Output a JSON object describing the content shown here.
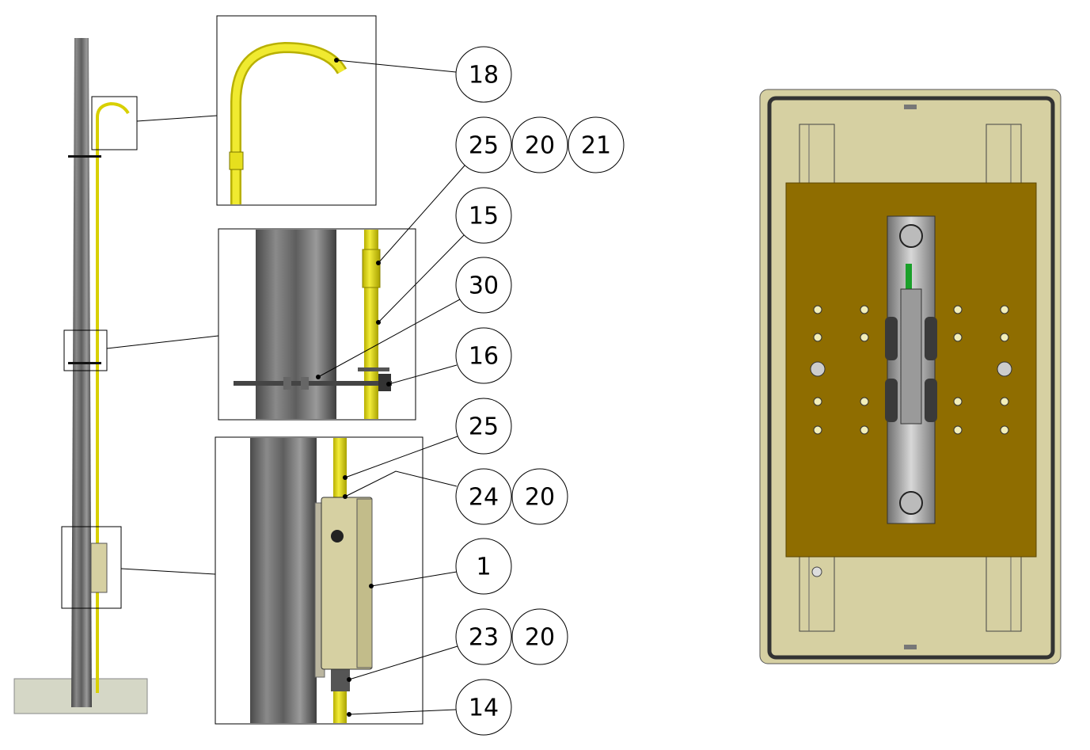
{
  "colors": {
    "pipe_yellow": "#e6df1e",
    "pole_gray": "#6b6b6b",
    "enclosure_beige": "#d6d0a2",
    "backplate_brown": "#8f6d00",
    "ground": "#d5d7c6",
    "green_indicator": "#1aa02a"
  },
  "balloons": [
    {
      "id": "b18",
      "label": "18"
    },
    {
      "id": "b25a",
      "label": "25"
    },
    {
      "id": "b20a",
      "label": "20"
    },
    {
      "id": "b21",
      "label": "21"
    },
    {
      "id": "b15",
      "label": "15"
    },
    {
      "id": "b30",
      "label": "30"
    },
    {
      "id": "b16",
      "label": "16"
    },
    {
      "id": "b25b",
      "label": "25"
    },
    {
      "id": "b24",
      "label": "24"
    },
    {
      "id": "b20b",
      "label": "20"
    },
    {
      "id": "b1",
      "label": "1"
    },
    {
      "id": "b23",
      "label": "23"
    },
    {
      "id": "b20c",
      "label": "20"
    },
    {
      "id": "b14",
      "label": "14"
    }
  ]
}
